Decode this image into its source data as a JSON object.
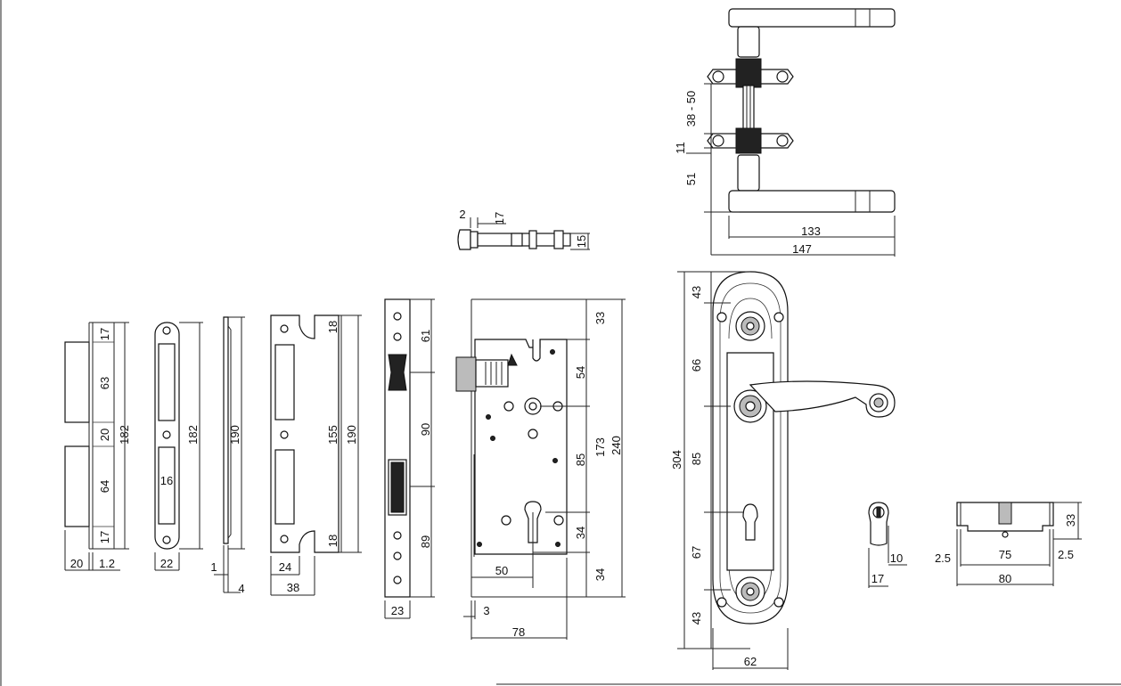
{
  "dims": {
    "strike_17a": "17",
    "strike_63": "63",
    "strike_20": "20",
    "strike_64": "64",
    "strike_17b": "17",
    "strike_182": "182",
    "strike_w20": "20",
    "strike_w1_2": "1.2",
    "fp_182": "182",
    "fp_16": "16",
    "fp_22": "22",
    "side_190": "190",
    "side_1": "1",
    "side_4": "4",
    "box_18a": "18",
    "box_155": "155",
    "box_190": "190",
    "box_18b": "18",
    "box_24": "24",
    "box_38": "38",
    "face_61": "61",
    "face_90": "90",
    "face_89": "89",
    "face_23": "23",
    "bolt_2": "2",
    "bolt_17": "17",
    "bolt_15": "15",
    "body_33": "33",
    "body_54": "54",
    "body_85": "85",
    "body_173": "173",
    "body_240": "240",
    "body_34a": "34",
    "body_34b": "34",
    "body_50": "50",
    "body_3": "3",
    "body_78": "78",
    "lever_50": "38 - 50",
    "lever_11": "11",
    "lever_51": "51",
    "lever_133": "133",
    "lever_147": "147",
    "plate_43a": "43",
    "plate_66": "66",
    "plate_85": "85",
    "plate_304": "304",
    "plate_67": "67",
    "plate_43b": "43",
    "plate_62": "62",
    "key_10": "10",
    "key_17": "17",
    "cyl_33": "33",
    "cyl_2_5a": "2.5",
    "cyl_75": "75",
    "cyl_2_5b": "2.5",
    "cyl_80": "80"
  },
  "icons": [
    "strike-plate-icon",
    "faceplate-icon",
    "lock-body-icon",
    "latch-bolt-icon",
    "lever-handle-icon",
    "backplate-icon",
    "cylinder-icon",
    "key-icon"
  ]
}
